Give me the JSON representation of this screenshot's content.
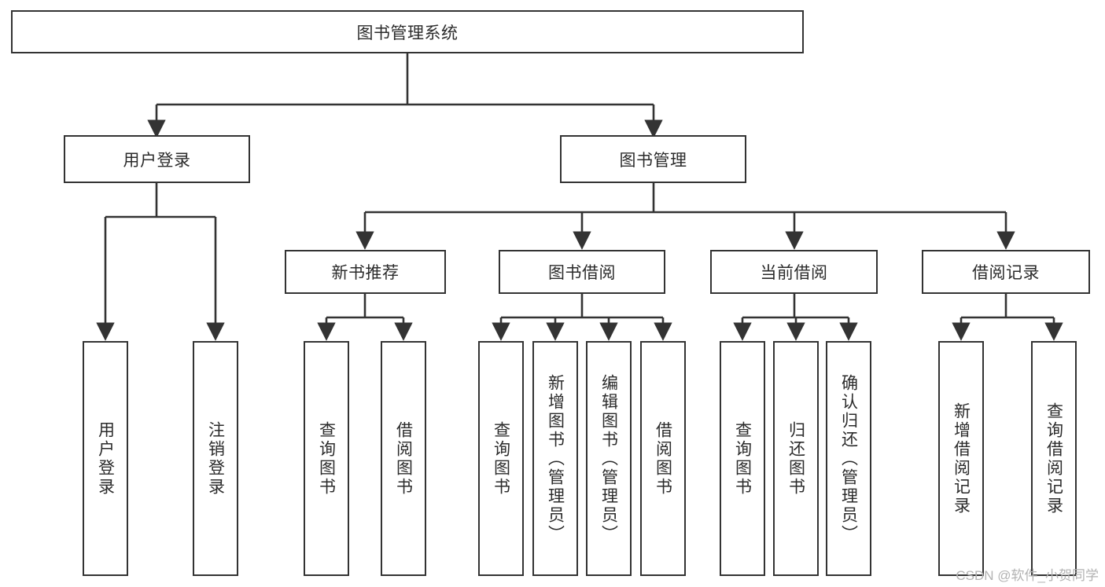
{
  "diagram": {
    "type": "tree",
    "title_text": "图书管理系统",
    "watermark": "CSDN @软件_小贺同学",
    "colors": {
      "box_border": "#333333",
      "box_fill": "#ffffff",
      "connector": "#333333",
      "text": "#2b2b2b",
      "watermark": "#b3b3b3"
    },
    "nodes": {
      "root": {
        "label": "图书管理系统"
      },
      "level2": [
        {
          "id": "user-login",
          "label": "用户登录"
        },
        {
          "id": "book-manage",
          "label": "图书管理"
        }
      ],
      "level3": [
        {
          "id": "new-book-recommend",
          "label": "新书推荐"
        },
        {
          "id": "book-borrow",
          "label": "图书借阅"
        },
        {
          "id": "current-borrow",
          "label": "当前借阅"
        },
        {
          "id": "borrow-record",
          "label": "借阅记录"
        }
      ],
      "leaves": {
        "user_login": [
          {
            "id": "leaf-user-login",
            "label": "用户登录"
          },
          {
            "id": "leaf-logout",
            "label": "注销登录"
          }
        ],
        "new_book_recommend": [
          {
            "id": "leaf-query-book-1",
            "label": "查询图书"
          },
          {
            "id": "leaf-borrow-book-1",
            "label": "借阅图书"
          }
        ],
        "book_borrow": [
          {
            "id": "leaf-query-book-2",
            "label": "查询图书"
          },
          {
            "id": "leaf-add-book",
            "label": "新增图书（管理员）"
          },
          {
            "id": "leaf-edit-book",
            "label": "编辑图书（管理员）"
          },
          {
            "id": "leaf-borrow-book-2",
            "label": "借阅图书"
          }
        ],
        "current_borrow": [
          {
            "id": "leaf-query-book-3",
            "label": "查询图书"
          },
          {
            "id": "leaf-return-book",
            "label": "归还图书"
          },
          {
            "id": "leaf-confirm-return",
            "label": "确认归还（管理员）"
          }
        ],
        "borrow_record": [
          {
            "id": "leaf-add-record",
            "label": "新增借阅记录"
          },
          {
            "id": "leaf-query-record",
            "label": "查询借阅记录"
          }
        ]
      }
    }
  }
}
